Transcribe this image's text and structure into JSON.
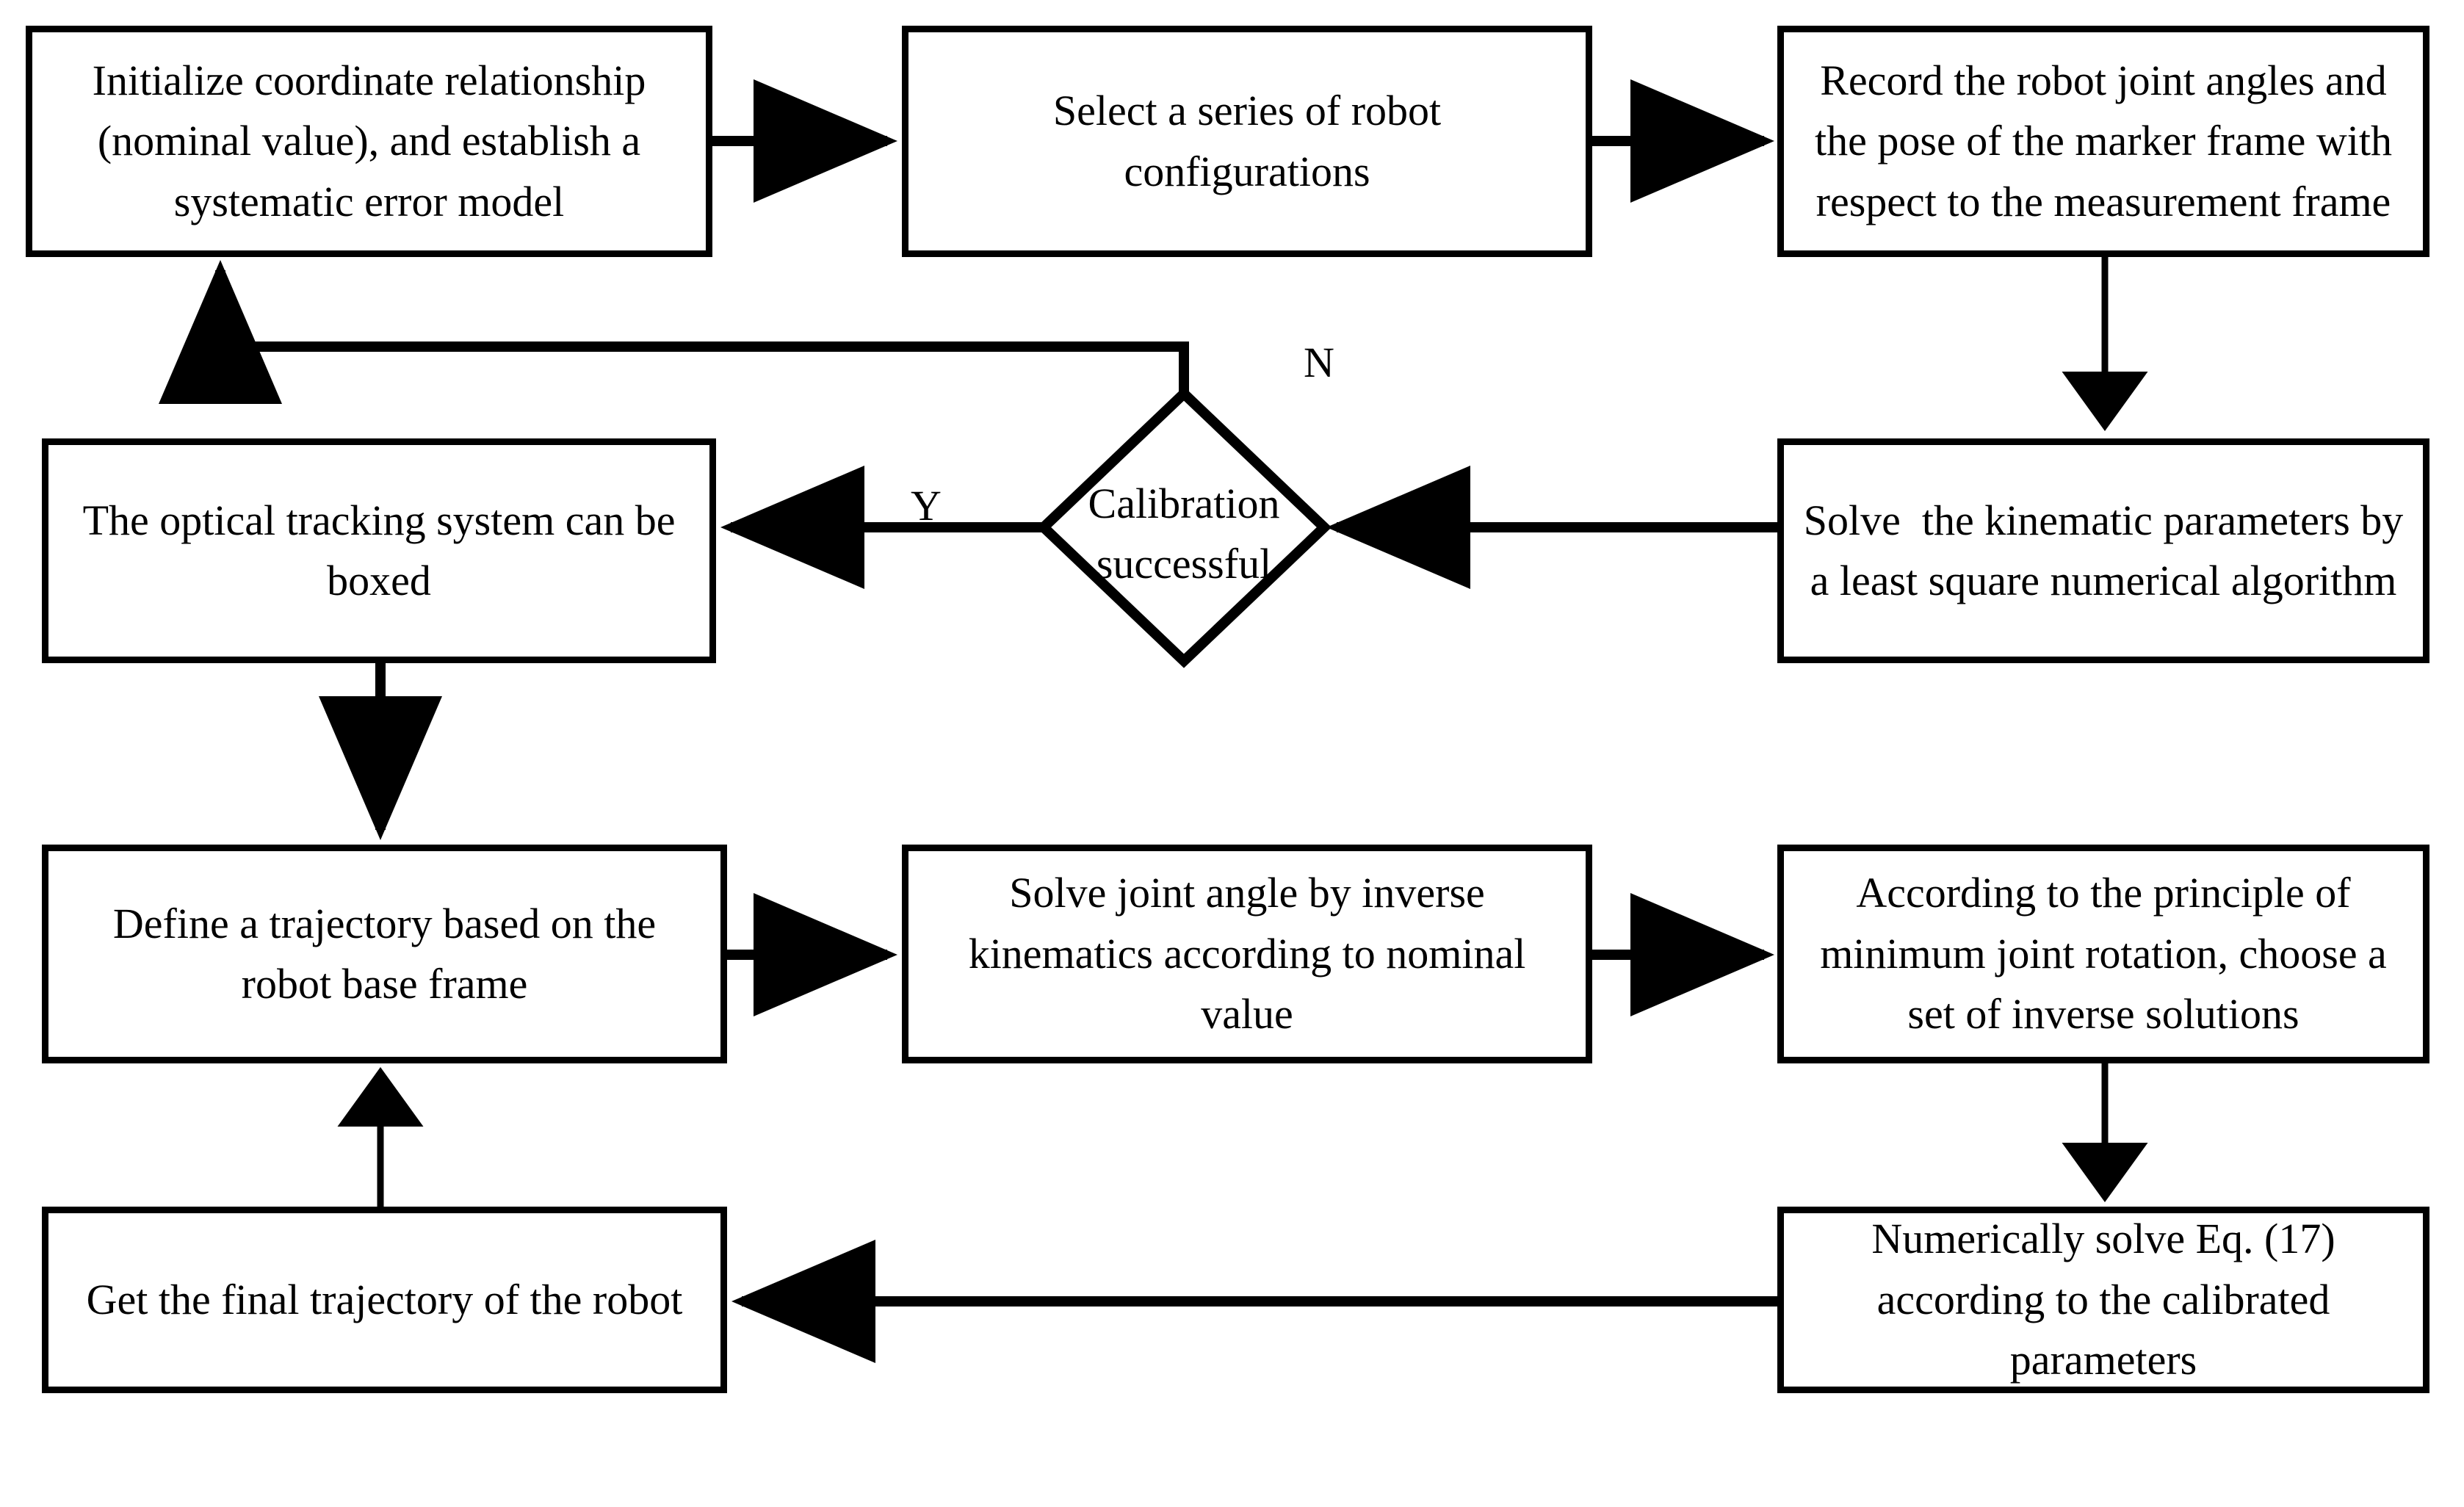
{
  "diagram": {
    "type": "flowchart",
    "background_color": "#ffffff",
    "line_color": "#000000",
    "text_color": "#000000",
    "nodes": [
      {
        "id": "init",
        "shape": "process",
        "text": "Initialize coordinate relationship (nominal value), and establish a systematic error model"
      },
      {
        "id": "select_configs",
        "shape": "process",
        "text": "Select a series of robot configurations"
      },
      {
        "id": "record_angles",
        "shape": "process",
        "text": "Record the robot joint angles and the pose of the marker frame with respect to the measurement frame"
      },
      {
        "id": "solve_kinematic",
        "shape": "process",
        "text": "Solve  the kinematic parameters by a least square numerical algorithm"
      },
      {
        "id": "calibration_check",
        "shape": "decision",
        "text": "Calibration\nsuccessful"
      },
      {
        "id": "optical_boxed",
        "shape": "process",
        "text": "The optical tracking system can be boxed"
      },
      {
        "id": "define_trajectory",
        "shape": "process",
        "text": "Define a trajectory based on the robot base frame"
      },
      {
        "id": "solve_joint_angle",
        "shape": "process",
        "text": "Solve joint angle by inverse kinematics according to nominal value"
      },
      {
        "id": "min_rotation",
        "shape": "process",
        "text": "According to the principle of minimum joint rotation, choose a set of inverse solutions"
      },
      {
        "id": "numeric_eq17",
        "shape": "process",
        "text": "Numerically solve Eq. (17) according to the calibrated parameters"
      },
      {
        "id": "final_trajectory",
        "shape": "process",
        "text": "Get the final trajectory of the robot"
      }
    ],
    "edge_labels": {
      "no": "N",
      "yes": "Y"
    },
    "edges": [
      {
        "from": "init",
        "to": "select_configs",
        "label": ""
      },
      {
        "from": "select_configs",
        "to": "record_angles",
        "label": ""
      },
      {
        "from": "record_angles",
        "to": "solve_kinematic",
        "label": ""
      },
      {
        "from": "solve_kinematic",
        "to": "calibration_check",
        "label": ""
      },
      {
        "from": "calibration_check",
        "to": "init",
        "label": "N"
      },
      {
        "from": "calibration_check",
        "to": "optical_boxed",
        "label": "Y"
      },
      {
        "from": "optical_boxed",
        "to": "define_trajectory",
        "label": ""
      },
      {
        "from": "define_trajectory",
        "to": "solve_joint_angle",
        "label": ""
      },
      {
        "from": "solve_joint_angle",
        "to": "min_rotation",
        "label": ""
      },
      {
        "from": "min_rotation",
        "to": "numeric_eq17",
        "label": ""
      },
      {
        "from": "numeric_eq17",
        "to": "final_trajectory",
        "label": ""
      },
      {
        "from": "final_trajectory",
        "to": "define_trajectory",
        "label": ""
      }
    ]
  }
}
